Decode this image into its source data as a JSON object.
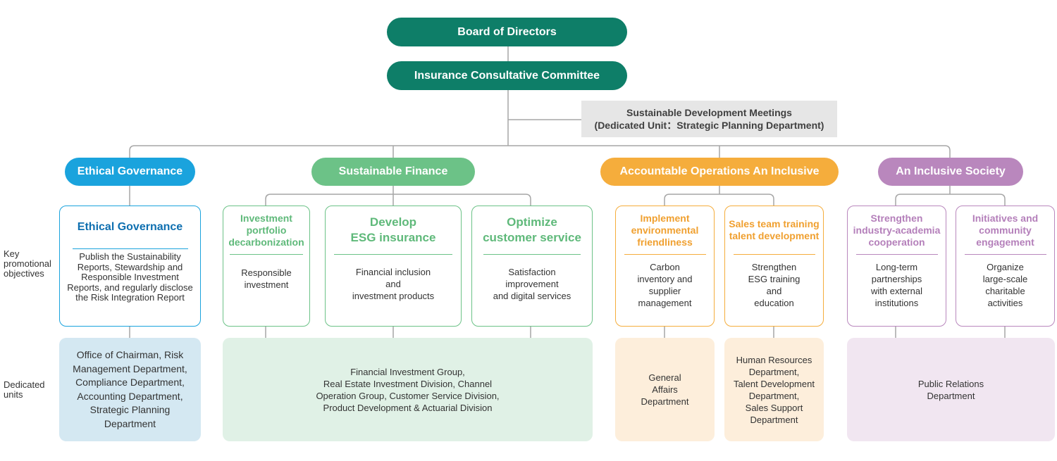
{
  "colors": {
    "top": "#0e7e68",
    "ethical": "#1aa3dd",
    "finance": "#6cc287",
    "operations": "#f5ad3c",
    "society": "#b987bd",
    "line": "#a6a6a6"
  },
  "board": {
    "label": "Board of Directors"
  },
  "committee": {
    "label": "Insurance Consultative Committee"
  },
  "meetings": {
    "line1": "Sustainable Development Meetings",
    "line2": "(Dedicated Unit：Strategic Planning Department)"
  },
  "side_labels": {
    "objectives": "Key\npromotional\nobjectives",
    "units": "Dedicated\nunits"
  },
  "pillars": {
    "ethical": "Ethical Governance",
    "finance": "Sustainable Finance",
    "operations": "Accountable Operations An Inclusive",
    "society": "An Inclusive Society"
  },
  "objectives": {
    "ethical": {
      "title": "Ethical Governance",
      "body": "Publish the Sustainability Reports, Stewardship and Responsible Investment Reports, and regularly disclose the Risk Integration Report"
    },
    "decarbonization": {
      "title": "Investment portfolio decarbonization",
      "body": "Responsible investment"
    },
    "esg_insurance": {
      "title": "Develop\nESG insurance",
      "body": "Financial inclusion\nand\ninvestment products"
    },
    "customer_service": {
      "title": "Optimize\ncustomer service",
      "body": "Satisfaction\nimprovement\nand digital services"
    },
    "environmental": {
      "title": "Implement environmental friendliness",
      "body": "Carbon\ninventory and\nsupplier\nmanagement"
    },
    "sales_team": {
      "title": "Sales team training talent development",
      "body": "Strengthen\nESG training\nand\neducation"
    },
    "academia": {
      "title": "Strengthen industry-academia cooperation",
      "body": "Long-term\npartnerships\nwith external\ninstitutions"
    },
    "community": {
      "title": "Initiatives and community engagement",
      "body": "Organize\nlarge-scale\ncharitable\nactivities"
    }
  },
  "units": {
    "ethical": "Office of Chairman, Risk Management Department, Compliance Department, Accounting Department, Strategic Planning Department",
    "finance": "Financial Investment Group,\nReal Estate Investment Division, Channel\nOperation Group, Customer Service Division,\nProduct Development & Actuarial Division",
    "general_affairs": "General\nAffairs\nDepartment",
    "hr": "Human Resources\nDepartment,\nTalent Development\nDepartment,\nSales Support\nDepartment",
    "pr": "Public Relations\nDepartment"
  }
}
